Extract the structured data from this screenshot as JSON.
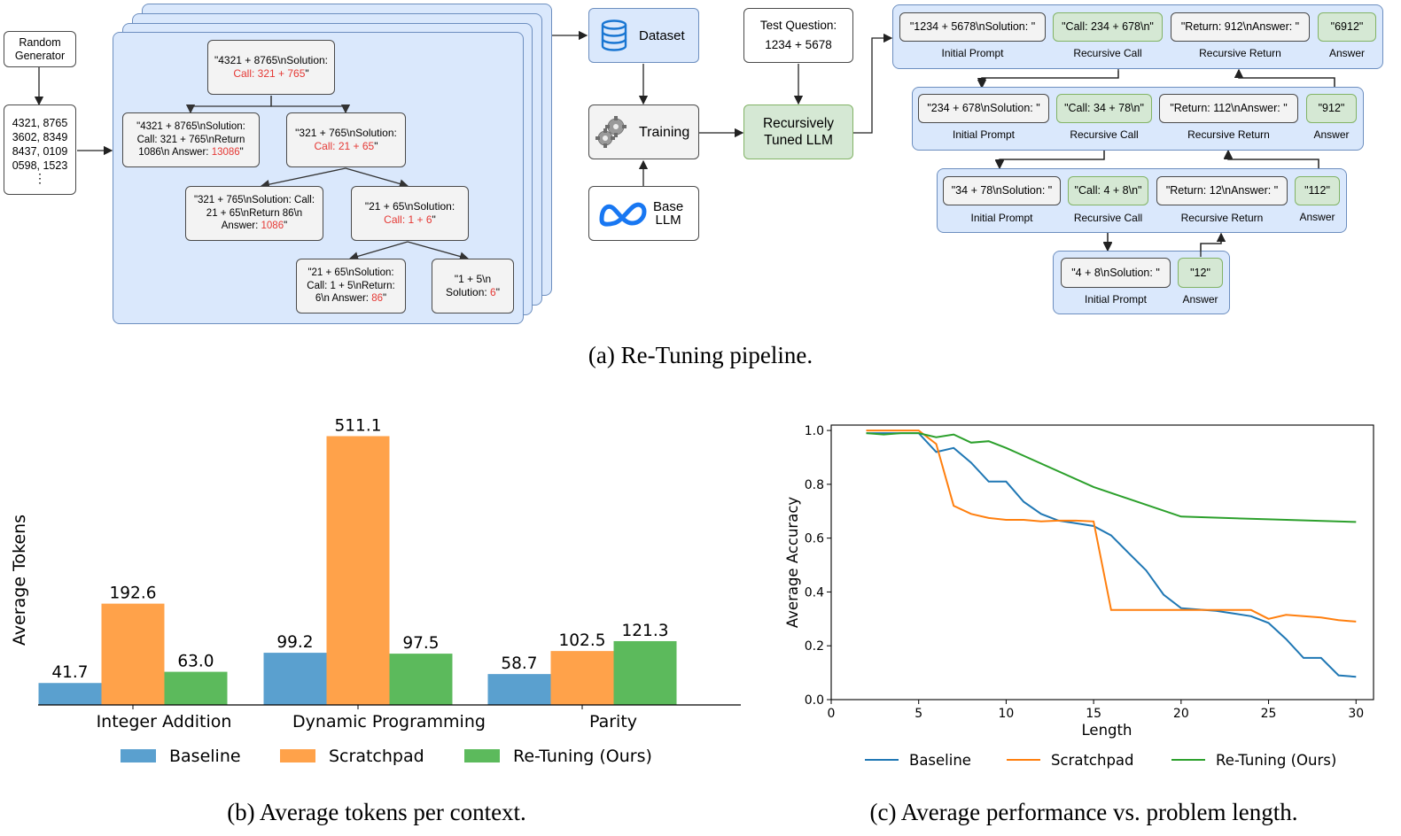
{
  "diagram": {
    "random_generator": "Random\nGenerator",
    "numbers": [
      "4321, 8765",
      "3602, 8349",
      "8437, 0109",
      "0598, 1523"
    ],
    "ellipsis": "⋮",
    "tree": {
      "root": {
        "text": "\"4321 + 8765\\nSolution:",
        "call": "Call: 321 + 765",
        "end": "\""
      },
      "left1": {
        "text": "\"4321 + 8765\\nSolution:\nCall: 321 + 765\\nReturn\n1086\\n Answer: ",
        "ans": "13086",
        "end": "\""
      },
      "mid1": {
        "text": "\"321 + 765\\nSolution:",
        "call": "Call: 21 + 65",
        "end": "\""
      },
      "left2": {
        "text": "\"321 + 765\\nSolution: Call:\n21 + 65\\nReturn 86\\n\nAnswer: ",
        "ans": "1086",
        "end": "\""
      },
      "mid2": {
        "text": "\"21 + 65\\nSolution:",
        "call": "Call: 1 + 6",
        "end": "\""
      },
      "left3": {
        "text": "\"21 + 65\\nSolution:\nCall: 1 + 5\\nReturn:\n6\\n Answer: ",
        "ans": "86",
        "end": "\""
      },
      "right3": {
        "text": "\"1 + 5\\n\nSolution: ",
        "ans": "6",
        "end": "\""
      }
    },
    "dataset": "Dataset",
    "training": "Training",
    "base_llm": "Base\nLLM",
    "tuned_llm": "Recursively\nTuned LLM",
    "test_question": "Test Question:\n1234 + 5678",
    "levels": [
      {
        "prompt": "\"1234 + 5678\\nSolution: \"",
        "call": "\"Call: 234 + 678\\n\"",
        "ret": "\"Return: 912\\nAnswer: \"",
        "answer": "\"6912\""
      },
      {
        "prompt": "\"234 + 678\\nSolution: \"",
        "call": "\"Call: 34 + 78\\n\"",
        "ret": "\"Return: 112\\nAnswer: \"",
        "answer": "\"912\""
      },
      {
        "prompt": "\"34 + 78\\nSolution: \"",
        "call": "\"Call: 4 + 8\\n\"",
        "ret": "\"Return: 12\\nAnswer: \"",
        "answer": "\"112\""
      },
      {
        "prompt": "\"4 + 8\\nSolution: \"",
        "answer": "\"12\""
      }
    ],
    "labels": {
      "initial_prompt": "Initial Prompt",
      "recursive_call": "Recursive Call",
      "recursive_return": "Recursive Return",
      "answer": "Answer"
    }
  },
  "captions": {
    "a": "(a) Re-Tuning pipeline.",
    "b": "(b) Average tokens per context.",
    "c": "(c) Average performance vs. problem length."
  },
  "colors": {
    "baseline": "#1f77b4",
    "scratchpad": "#ff7f0e",
    "retuning": "#2ca02c",
    "bar_baseline": "#5aa0cf",
    "bar_scratchpad": "#ffa24a",
    "bar_retuning": "#5cba5c"
  },
  "chart_data": [
    {
      "type": "bar",
      "categories": [
        "Integer Addition",
        "Dynamic Programming",
        "Parity"
      ],
      "series": [
        {
          "name": "Baseline",
          "values": [
            41.7,
            99.2,
            58.7
          ]
        },
        {
          "name": "Scratchpad",
          "values": [
            192.6,
            511.1,
            102.5
          ]
        },
        {
          "name": "Re-Tuning (Ours)",
          "values": [
            63.0,
            97.5,
            121.3
          ]
        }
      ],
      "value_labels": [
        [
          "41.7",
          "99.2",
          "58.7"
        ],
        [
          "192.6",
          "511.1",
          "102.5"
        ],
        [
          "63.0",
          "97.5",
          "121.3"
        ]
      ],
      "xlabel": "",
      "ylabel": "Average Tokens",
      "ylim": [
        0,
        530
      ],
      "legend": "bottom"
    },
    {
      "type": "line",
      "series": [
        {
          "name": "Baseline",
          "x": [
            2,
            3,
            4,
            5,
            6,
            7,
            8,
            9,
            10,
            11,
            12,
            13,
            14,
            15,
            16,
            17,
            18,
            19,
            20,
            21,
            22,
            23,
            24,
            25,
            26,
            27,
            28,
            29,
            30
          ],
          "y": [
            0.99,
            0.99,
            0.99,
            0.99,
            0.92,
            0.935,
            0.88,
            0.81,
            0.81,
            0.735,
            0.69,
            0.665,
            0.655,
            0.645,
            0.61,
            0.545,
            0.48,
            0.39,
            0.34,
            0.335,
            0.33,
            0.32,
            0.31,
            0.285,
            0.225,
            0.155,
            0.155,
            0.09,
            0.085
          ]
        },
        {
          "name": "Scratchpad",
          "x": [
            2,
            3,
            4,
            5,
            6,
            7,
            8,
            9,
            10,
            11,
            12,
            13,
            14,
            15,
            16,
            17,
            18,
            19,
            20,
            21,
            22,
            23,
            24,
            25,
            26,
            27,
            28,
            29,
            30
          ],
          "y": [
            1.0,
            1.0,
            1.0,
            1.0,
            0.95,
            0.72,
            0.69,
            0.675,
            0.668,
            0.668,
            0.662,
            0.665,
            0.665,
            0.662,
            0.333,
            0.333,
            0.333,
            0.333,
            0.333,
            0.333,
            0.333,
            0.333,
            0.333,
            0.3,
            0.315,
            0.31,
            0.305,
            0.295,
            0.29
          ]
        },
        {
          "name": "Re-Tuning (Ours)",
          "x": [
            2,
            3,
            4,
            5,
            6,
            7,
            8,
            9,
            10,
            15,
            20,
            25,
            30
          ],
          "y": [
            0.99,
            0.985,
            0.99,
            0.99,
            0.975,
            0.985,
            0.955,
            0.96,
            0.935,
            0.79,
            0.68,
            0.67,
            0.66
          ]
        }
      ],
      "xlabel": "Length",
      "ylabel": "Average Accuracy",
      "xlim": [
        0,
        31
      ],
      "ylim": [
        0,
        1.02
      ],
      "xticks": [
        0,
        5,
        10,
        15,
        20,
        25,
        30
      ],
      "yticks": [
        0.0,
        0.2,
        0.4,
        0.6,
        0.8,
        1.0
      ],
      "ytick_labels": [
        "0.0",
        "0.2",
        "0.4",
        "0.6",
        "0.8",
        "1.0"
      ],
      "legend": "bottom"
    }
  ]
}
